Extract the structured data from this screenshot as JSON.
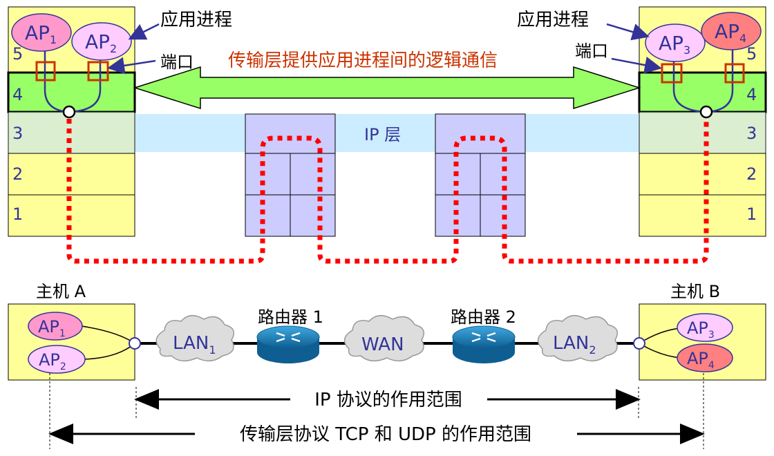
{
  "colors": {
    "stack_fill": "#FFFF99",
    "layer4_fill": "#99FF66",
    "ip_band": "#CCECFF",
    "router_box": "#CCCCFF",
    "ap_pink": "#FF99CC",
    "ap_lavender": "#FFCCFF",
    "ap_red": "#FF8080",
    "dotted_red": "#FF0000",
    "arrow_green": "#99FF66",
    "text_blue": "#333399",
    "title_red": "#CC3300",
    "port_orange": "#CC3300",
    "cloud_gray": "#DDDDDD",
    "router_blue": "#1E7FB8"
  },
  "top": {
    "layer_numbers": [
      "5",
      "4",
      "3",
      "2",
      "1"
    ],
    "host_a_aps": [
      {
        "main": "AP",
        "sub": "1"
      },
      {
        "main": "AP",
        "sub": "2"
      }
    ],
    "host_b_aps": [
      {
        "main": "AP",
        "sub": "3"
      },
      {
        "main": "AP",
        "sub": "4"
      }
    ],
    "app_process_label_left": "应用进程",
    "app_process_label_right": "应用进程",
    "port_label_left": "端口",
    "port_label_right": "端口",
    "logical_comm_title": "传输层提供应用进程间的逻辑通信",
    "ip_layer_label": "IP 层"
  },
  "bottom": {
    "host_a_label": "主机 A",
    "host_b_label": "主机 B",
    "router1_label": "路由器 1",
    "router2_label": "路由器 2",
    "host_a_aps": [
      {
        "main": "AP",
        "sub": "1"
      },
      {
        "main": "AP",
        "sub": "2"
      }
    ],
    "host_b_aps": [
      {
        "main": "AP",
        "sub": "3"
      },
      {
        "main": "AP",
        "sub": "4"
      }
    ],
    "lan1": {
      "main": "LAN",
      "sub": "1"
    },
    "wan": "WAN",
    "lan2": {
      "main": "LAN",
      "sub": "2"
    },
    "ip_scope": "IP 协议的作用范围",
    "transport_scope": "传输层协议 TCP 和 UDP 的作用范围"
  }
}
